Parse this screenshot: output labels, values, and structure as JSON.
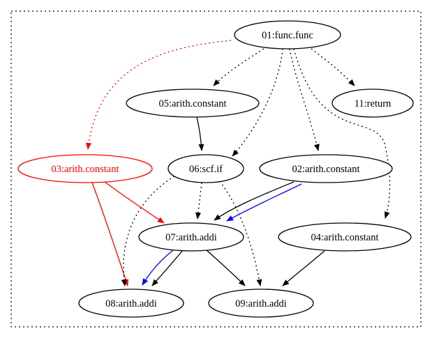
{
  "colors": {
    "default": "#000000",
    "highlight": "#ff0000",
    "blue_edge": "#0000ff",
    "background": "#ffffff"
  },
  "graph": {
    "nodes": [
      {
        "id": "n01",
        "label": "01:func.func",
        "color": "default"
      },
      {
        "id": "n05",
        "label": "05:arith.constant",
        "color": "default"
      },
      {
        "id": "n11",
        "label": "11:return",
        "color": "default"
      },
      {
        "id": "n03",
        "label": "03:arith.constant",
        "color": "highlight"
      },
      {
        "id": "n06",
        "label": "06:scf.if",
        "color": "default"
      },
      {
        "id": "n02",
        "label": "02:arith.constant",
        "color": "default"
      },
      {
        "id": "n07",
        "label": "07:arith.addi",
        "color": "default"
      },
      {
        "id": "n04",
        "label": "04:arith.constant",
        "color": "default"
      },
      {
        "id": "n08",
        "label": "08:arith.addi",
        "color": "default"
      },
      {
        "id": "n09",
        "label": "09:arith.addi",
        "color": "default"
      }
    ],
    "edges": [
      {
        "from": "n01",
        "to": "n03",
        "style": "dotted",
        "color": "highlight"
      },
      {
        "from": "n01",
        "to": "n05",
        "style": "dotted",
        "color": "default"
      },
      {
        "from": "n01",
        "to": "n11",
        "style": "dotted",
        "color": "default"
      },
      {
        "from": "n01",
        "to": "n06",
        "style": "dotted",
        "color": "default"
      },
      {
        "from": "n01",
        "to": "n02",
        "style": "dotted",
        "color": "default"
      },
      {
        "from": "n01",
        "to": "n04",
        "style": "dotted",
        "color": "default"
      },
      {
        "from": "n05",
        "to": "n06",
        "style": "solid",
        "color": "default"
      },
      {
        "from": "n03",
        "to": "n07",
        "style": "solid",
        "color": "highlight"
      },
      {
        "from": "n03",
        "to": "n08",
        "style": "solid",
        "color": "highlight"
      },
      {
        "from": "n06",
        "to": "n07",
        "style": "dotted",
        "color": "default"
      },
      {
        "from": "n06",
        "to": "n08",
        "style": "dotted",
        "color": "default"
      },
      {
        "from": "n06",
        "to": "n09",
        "style": "dotted",
        "color": "default"
      },
      {
        "from": "n02",
        "to": "n07",
        "style": "solid",
        "color": "default"
      },
      {
        "from": "n02",
        "to": "n07",
        "style": "solid",
        "color": "blue_edge"
      },
      {
        "from": "n07",
        "to": "n08",
        "style": "solid",
        "color": "blue_edge"
      },
      {
        "from": "n07",
        "to": "n08",
        "style": "solid",
        "color": "default"
      },
      {
        "from": "n07",
        "to": "n09",
        "style": "solid",
        "color": "default"
      },
      {
        "from": "n04",
        "to": "n09",
        "style": "solid",
        "color": "default"
      }
    ]
  }
}
